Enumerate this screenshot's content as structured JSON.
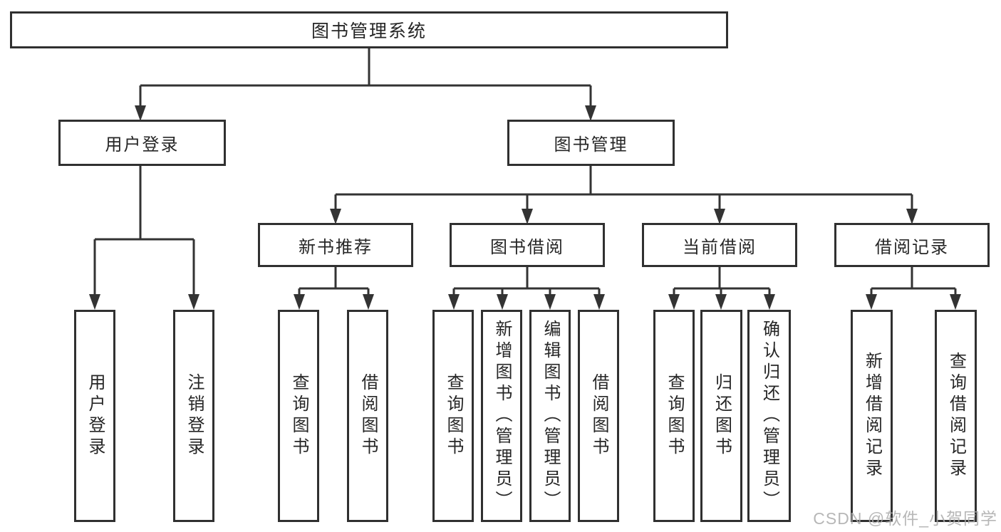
{
  "diagram": {
    "root": {
      "label": "图书管理系统",
      "children": [
        {
          "label": "用户登录",
          "children": [
            {
              "label": "用户登录"
            },
            {
              "label": "注销登录"
            }
          ]
        },
        {
          "label": "图书管理",
          "children": [
            {
              "label": "新书推荐",
              "children": [
                {
                  "label": "查询图书"
                },
                {
                  "label": "借阅图书"
                }
              ]
            },
            {
              "label": "图书借阅",
              "children": [
                {
                  "label": "查询图书"
                },
                {
                  "label": "新增图书（管理员）"
                },
                {
                  "label": "编辑图书（管理员）"
                },
                {
                  "label": "借阅图书"
                }
              ]
            },
            {
              "label": "当前借阅",
              "children": [
                {
                  "label": "查询图书"
                },
                {
                  "label": "归还图书"
                },
                {
                  "label": "确认归还（管理员）"
                }
              ]
            },
            {
              "label": "借阅记录",
              "children": [
                {
                  "label": "新增借阅记录"
                },
                {
                  "label": "查询借阅记录"
                }
              ]
            }
          ]
        }
      ]
    },
    "watermark": "CSDN @软件_小贺同学",
    "colors": {
      "line": "#333333",
      "box_border": "#303030",
      "text": "#262626",
      "background": "#ffffff",
      "watermark": "#aaaaaa"
    }
  }
}
